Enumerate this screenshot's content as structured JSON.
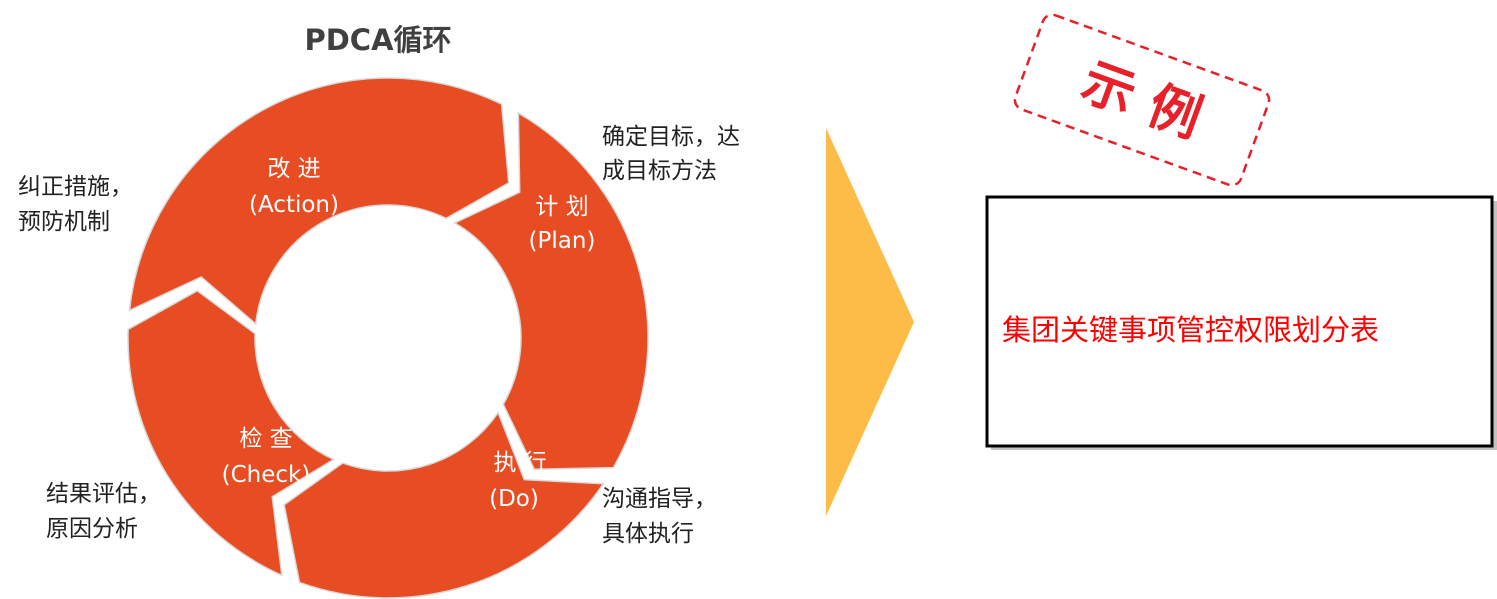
{
  "diagram": {
    "title": "PDCA循环",
    "colors": {
      "segment": "#e84c22",
      "arrow": "#fdbb48",
      "stamp": "#e8202a",
      "box_text": "#ff0000"
    },
    "segments": [
      {
        "name": "plan",
        "line1": "计 划",
        "line2": "(Plan)"
      },
      {
        "name": "do",
        "line1": "执 行",
        "line2": "(Do)"
      },
      {
        "name": "check",
        "line1": "检 查",
        "line2": "(Check)"
      },
      {
        "name": "action",
        "line1": "改 进",
        "line2": "(Action)"
      }
    ],
    "notes": {
      "plan": {
        "line1": "确定目标，达",
        "line2": "成目标方法"
      },
      "do": {
        "line1": "沟通指导，",
        "line2": "具体执行"
      },
      "check": {
        "line1": "结果评估，",
        "line2": "原因分析"
      },
      "action": {
        "line1": "纠正措施，",
        "line2": "预防机制"
      }
    },
    "stamp": {
      "text": "示 例"
    },
    "result_box": {
      "text": "集团关键事项管控权限划分表"
    }
  }
}
